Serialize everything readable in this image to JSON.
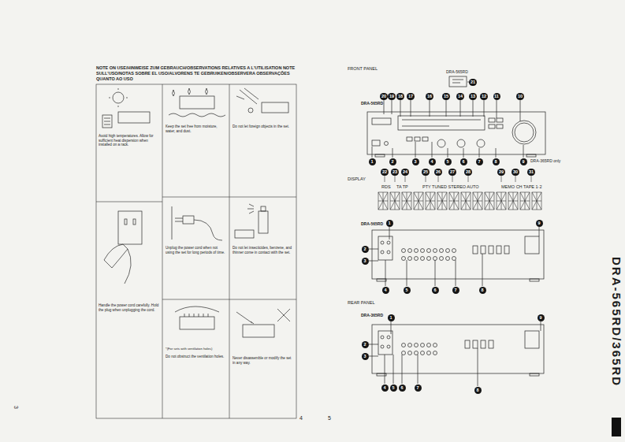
{
  "diagram": {
    "title": "NOTE ON USE/HINWEISE ZUM GEBRAUCH/OBSERVATIONS RELATIVES A L'UTILISATION NOTE SULL'USO/NOTAS SOBRE EL USO/ALVORENS TE GEBRUIKEN/OBSERVERA OBSERVAÇÕES QUANTO AO USO",
    "labels": [
      "3",
      "Avoid high temperatures. Allow for sufficient heat dispersion when installed on a rack.",
      "Keep the set free from moisture, water, and dust.",
      "Do not let foreign objects in the set.",
      "Unplug the power cord when not using the set for long periods of time.",
      "Do not let insecticides, benzene, and thinner come in contact with the set.",
      "Handle the power cord carefully. Hold the plug when unplugging the cord.",
      "*(For sets with ventilation holes)",
      "Do not obstruct the ventilation holes.",
      "Never disassemble or modify the set in any way.",
      "4",
      "5",
      "FRONT PANEL",
      "DRA-565RD",
      "21",
      "20",
      "19",
      "18",
      "17",
      "16",
      "15",
      "14",
      "13",
      "12",
      "11",
      "10",
      "DRA-565RD",
      "1",
      "2",
      "3",
      "4",
      "5",
      "6",
      "7",
      "8",
      "9",
      "DRA-365RD only",
      "DISPLAY",
      "22",
      "23",
      "24",
      "25",
      "26",
      "27",
      "28",
      "29",
      "30",
      "31",
      "RDS",
      "TA TP",
      "PTY TUNED STEREO AUTO",
      "MEMO CH TAPE 1·2",
      "DRA-565RD",
      "1",
      "2",
      "3",
      "4",
      "5",
      "6",
      "7",
      "8",
      "9",
      "REAR PANEL",
      "DRA-365RD",
      "1",
      "2",
      "3",
      "4",
      "5",
      "6",
      "7",
      "8",
      "9",
      "DRA-565RD/365RD"
    ]
  }
}
